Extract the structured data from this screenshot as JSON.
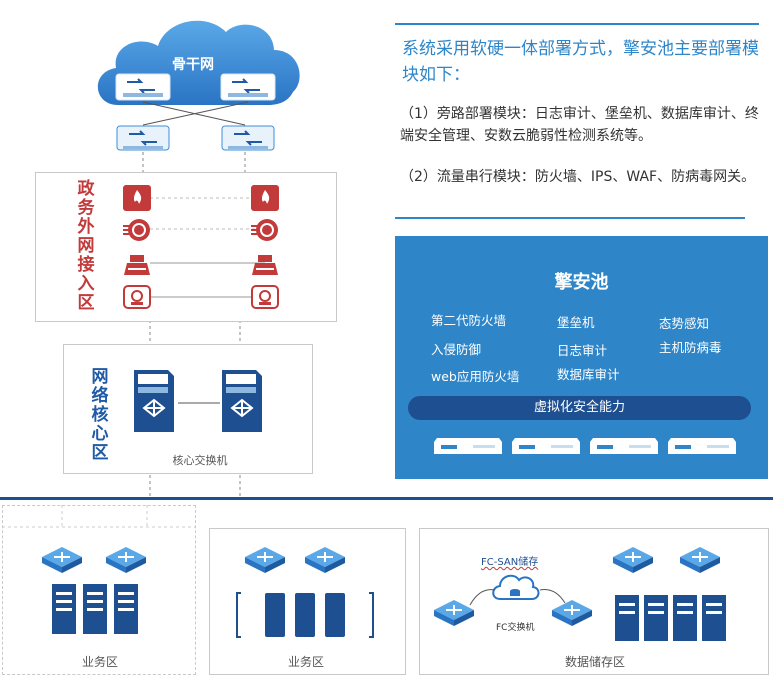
{
  "cloud": {
    "label": "骨干网"
  },
  "zones": {
    "gov_access": {
      "label": "政务外网接入区"
    },
    "core": {
      "label": "网络核心区",
      "caption": "核心交换机"
    }
  },
  "description": {
    "heading": "系统采用软硬一体部署方式，擎安池主要部署模块如下：",
    "item1": "（1）旁路部署模块：日志审计、堡垒机、数据库审计、终端安全管理、安数云脆弱性检测系统等。",
    "item2": "（2）流量串行模块：防火墙、IPS、WAF、防病毒网关。"
  },
  "pool": {
    "title": "擎安池",
    "col1": [
      "第二代防火墙",
      "入侵防御",
      "web应用防火墙"
    ],
    "col2": [
      "堡垒机",
      "日志审计",
      "数据库审计"
    ],
    "col3": [
      "态势感知",
      "主机防病毒"
    ],
    "virtual_bar": "虚拟化安全能力"
  },
  "bottom": {
    "zone1": "业务区",
    "zone2": "业务区",
    "zone3": "数据储存区",
    "fc_san": "FC-SAN储存",
    "fc_switch": "FC交换机"
  },
  "colors": {
    "accent": "#2e86c9",
    "red": "#c23a3a",
    "navy": "#1d4f91",
    "cloud": "#3d8fd6"
  }
}
